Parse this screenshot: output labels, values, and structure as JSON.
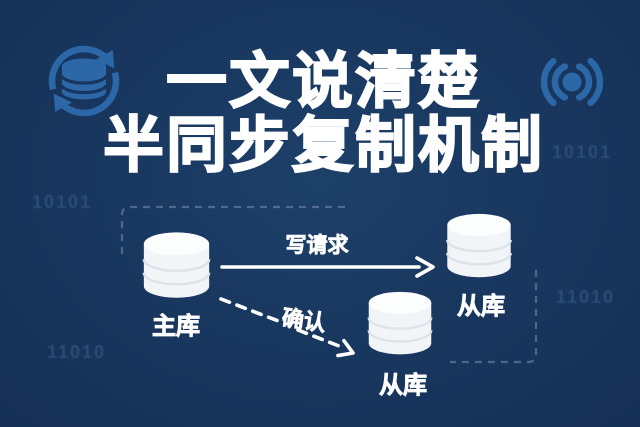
{
  "title": {
    "line1": "一文说清楚",
    "line2": "半同步复制机制"
  },
  "header_icons": {
    "left": "database-sync-icon",
    "right": "wireless-signal-icon"
  },
  "colors": {
    "background_navy": "#18365e",
    "icon_blue": "#2c67a8",
    "title_text": "#ffffff",
    "cylinder_white": "#f3f6f8",
    "cylinder_band_line": "#dde3e9",
    "watermark_blue": "#2d5179",
    "dashed_frame": "#8fa4c2",
    "arrow_white": "#ffffff"
  },
  "diagram": {
    "primary_db": {
      "label": "主库"
    },
    "replica_db_top": {
      "label": "从库"
    },
    "replica_db_bottom": {
      "label": "从库"
    },
    "arrows": {
      "write_request": {
        "label": "写请求",
        "style": "solid"
      },
      "ack": {
        "label": "确认",
        "style": "dashed"
      }
    }
  },
  "watermarks": [
    {
      "text": "10101"
    },
    {
      "text": "10101"
    },
    {
      "text": "11010"
    },
    {
      "text": "11010"
    }
  ]
}
